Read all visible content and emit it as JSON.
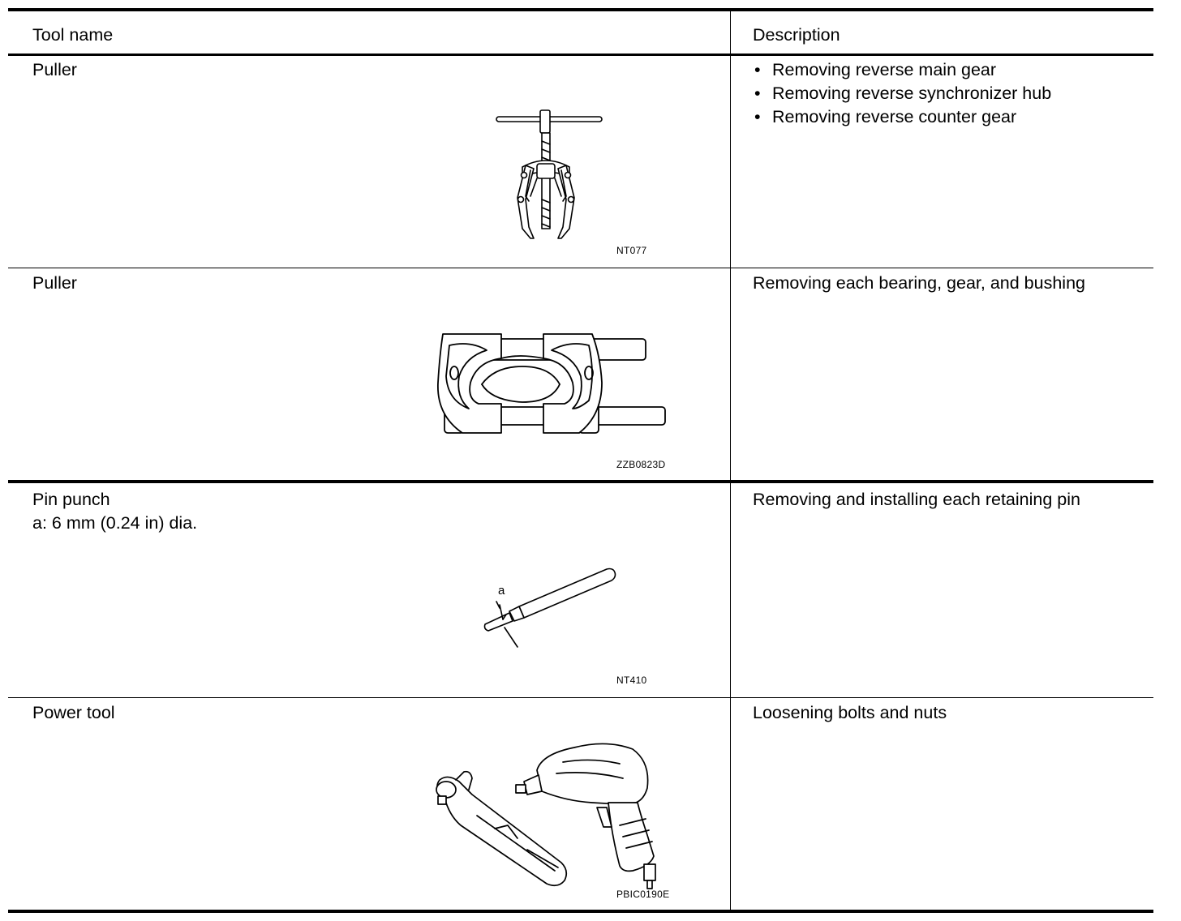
{
  "header": {
    "tool_name": "Tool name",
    "description": "Description"
  },
  "rows": [
    {
      "name": "Puller",
      "name_line2": "",
      "description_items": [
        "Removing reverse main gear",
        "Removing reverse synchronizer hub",
        "Removing reverse counter gear"
      ],
      "figure_code": "NT077",
      "illustration": "two-jaw-puller-icon"
    },
    {
      "name": "Puller",
      "name_line2": "",
      "description": "Removing each bearing, gear, and bushing",
      "figure_code": "ZZB0823D",
      "illustration": "bearing-splitter-icon"
    },
    {
      "name": "Pin punch",
      "name_line2": "a: 6 mm (0.24 in) dia.",
      "description": "Removing and installing each retaining pin",
      "figure_code": "NT410",
      "figure_label": "a",
      "illustration": "pin-punch-icon"
    },
    {
      "name": "Power tool",
      "name_line2": "",
      "description": "Loosening bolts and nuts",
      "figure_code": "PBIC0190E",
      "illustration": "air-ratchet-and-impact-wrench-icon"
    }
  ]
}
